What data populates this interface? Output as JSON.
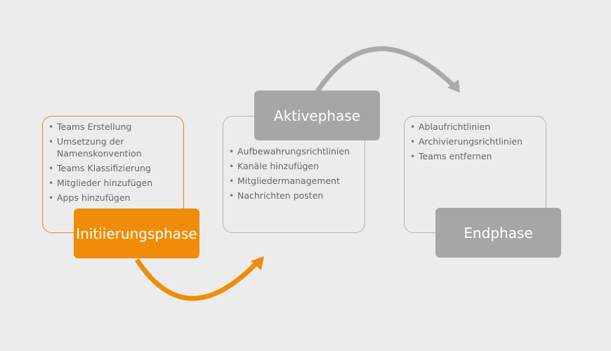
{
  "colors": {
    "orange": "#ef8d0b",
    "gray": "#a6a6a6",
    "arrow_gray": "#aaaaaa"
  },
  "phases": [
    {
      "label": "Initiierungsphase",
      "items": [
        "Teams Erstellung",
        "Umsetzung der Namenskonvention",
        "Teams Klassifizierung",
        "Mitglieder hinzufügen",
        "Apps hinzufügen"
      ]
    },
    {
      "label": "Aktivephase",
      "items": [
        "Aufbewahrungsrichtlinien",
        "Kanäle hinzufügen",
        "Mitgliedermanagement",
        "Nachrichten posten"
      ]
    },
    {
      "label": "Endphase",
      "items": [
        "Ablaufrichtlinien",
        "Archivierungsrichtlinien",
        "Teams entfernen"
      ]
    }
  ]
}
